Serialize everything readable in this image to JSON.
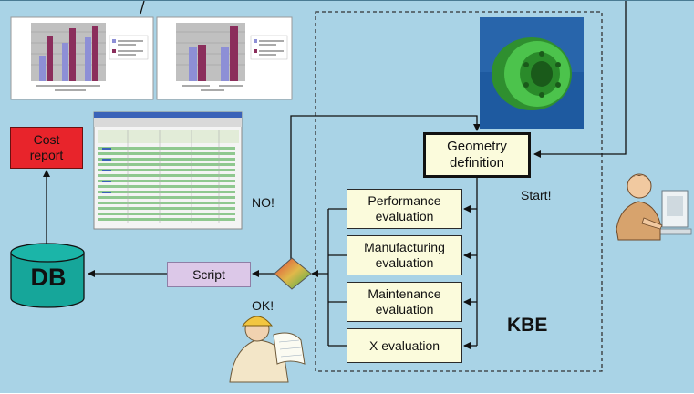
{
  "diagram": {
    "nodes": {
      "cost_report": "Cost\nreport",
      "database": "DB",
      "script": "Script",
      "geometry_definition": "Geometry\ndefinition",
      "performance_evaluation": "Performance\nevaluation",
      "manufacturing_evaluation": "Manufacturing\nevaluation",
      "maintenance_evaluation": "Maintenance\nevaluation",
      "x_evaluation": "X evaluation"
    },
    "labels": {
      "no": "NO!",
      "ok": "OK!",
      "start": "Start!",
      "kbe": "KBE"
    }
  },
  "icons": {
    "wheel": "green-wheel-3d-model-icon",
    "spreadsheet": "spreadsheet-screenshot-icon",
    "designer": "designer-at-computer-icon",
    "engineer": "engineer-with-blueprint-icon",
    "decision": "decision-diamond-icon",
    "database": "database-cylinder-icon"
  },
  "colors": {
    "background": "#a9d3e6",
    "eval_box": "#fbfbdc",
    "cost_box": "#e8242b",
    "script_box": "#dcc8e8",
    "database": "#16a69a",
    "wheel": "#3cb043"
  }
}
